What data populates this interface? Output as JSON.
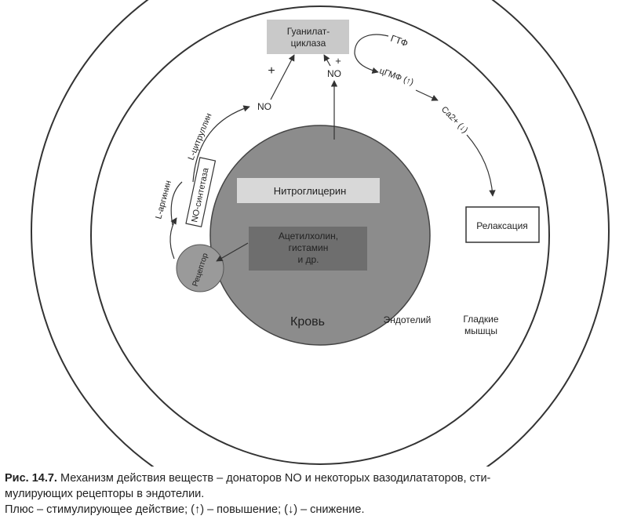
{
  "diagram": {
    "guanylate_cyclase_line1": "Гуанилат-",
    "guanylate_cyclase_line2": "циклаза",
    "gtp": "ГТФ",
    "cgmp": "цГМФ (↑)",
    "ca": "Ca2+ (↓)",
    "relaxation": "Релаксация",
    "no_left": "NO",
    "no_center": "NO",
    "plus_left": "+",
    "plus_center": "+",
    "l_arginine": "L-аргинин",
    "l_citrulline": "L-цитруллин",
    "no_synthase": "NO-синтетаза",
    "receptor": "Рецептор",
    "nitroglycerin": "Нитроглицерин",
    "ach_line1": "Ацетилхолин,",
    "ach_line2": "гистамин",
    "ach_line3": "и др.",
    "blood": "Кровь",
    "endothelium": "Эндотелий",
    "smooth_muscle_line1": "Гладкие",
    "smooth_muscle_line2": "мышцы"
  },
  "caption": {
    "fig_number": "Рис. 14.7.",
    "line1": "Механизм действия веществ – донаторов NO и некоторых вазодилататоров, сти-",
    "line2": "мулирующих рецепторы в эндотелии.",
    "line3": "Плюс – стимулирующее действие; (↑) – повышение; (↓) – снижение."
  },
  "colors": {
    "blood_fill": "#8c8c8c",
    "box_fill": "#c9c9c9",
    "nitro_fill": "#d8d8d8",
    "ach_fill": "#6e6e6e",
    "receptor_fill": "#9a9a9a",
    "line": "#333333"
  }
}
